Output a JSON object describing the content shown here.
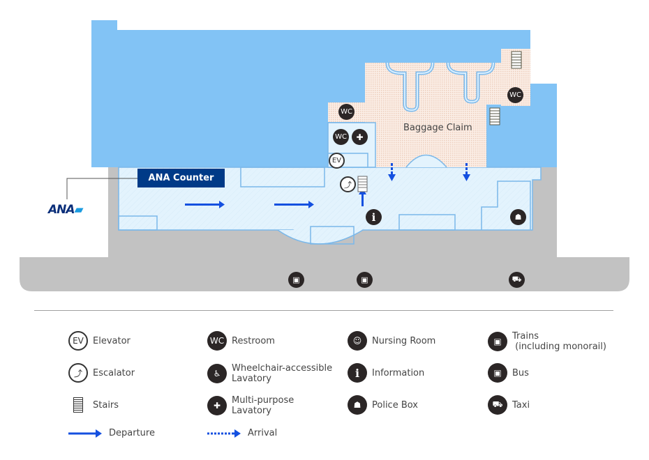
{
  "map": {
    "counter_label": "ANA Counter",
    "baggage_claim_label": "Baggage Claim",
    "logo_text": "ANA",
    "icons": {
      "wc": "WC",
      "ev": "EV",
      "info": "i"
    }
  },
  "legend": {
    "items": [
      {
        "icon": "elevator-icon",
        "glyph": "EV",
        "label": "Elevator"
      },
      {
        "icon": "escalator-icon",
        "glyph": "⛷",
        "label": "Escalator"
      },
      {
        "icon": "stairs-icon",
        "glyph": "",
        "label": "Stairs"
      },
      {
        "icon": "restroom-icon",
        "glyph": "WC",
        "label": "Restroom"
      },
      {
        "icon": "wheelchair-icon",
        "glyph": "♿",
        "label": "Wheelchair-accessible\nLavatory"
      },
      {
        "icon": "multipurpose-lavatory-icon",
        "glyph": "✚",
        "label": "Multi-purpose\nLavatory"
      },
      {
        "icon": "nursing-room-icon",
        "glyph": "☺",
        "label": "Nursing Room"
      },
      {
        "icon": "information-icon",
        "glyph": "i",
        "label": "Information"
      },
      {
        "icon": "police-box-icon",
        "glyph": "☗",
        "label": "Police Box"
      },
      {
        "icon": "train-icon",
        "glyph": "▣",
        "label": "Trains\n (including monorail)"
      },
      {
        "icon": "bus-icon",
        "glyph": "▣",
        "label": "Bus"
      },
      {
        "icon": "taxi-icon",
        "glyph": "⛟",
        "label": "Taxi"
      }
    ],
    "departure_label": "Departure",
    "arrival_label": "Arrival"
  },
  "colors": {
    "sky_blue": "#82c3f5",
    "floor_light": "#e3f3fd",
    "baggage_pink": "#f7e6dc",
    "road_gray": "#c2c2c2",
    "counter_navy": "#003a87",
    "arrow_blue": "#1450e0"
  }
}
